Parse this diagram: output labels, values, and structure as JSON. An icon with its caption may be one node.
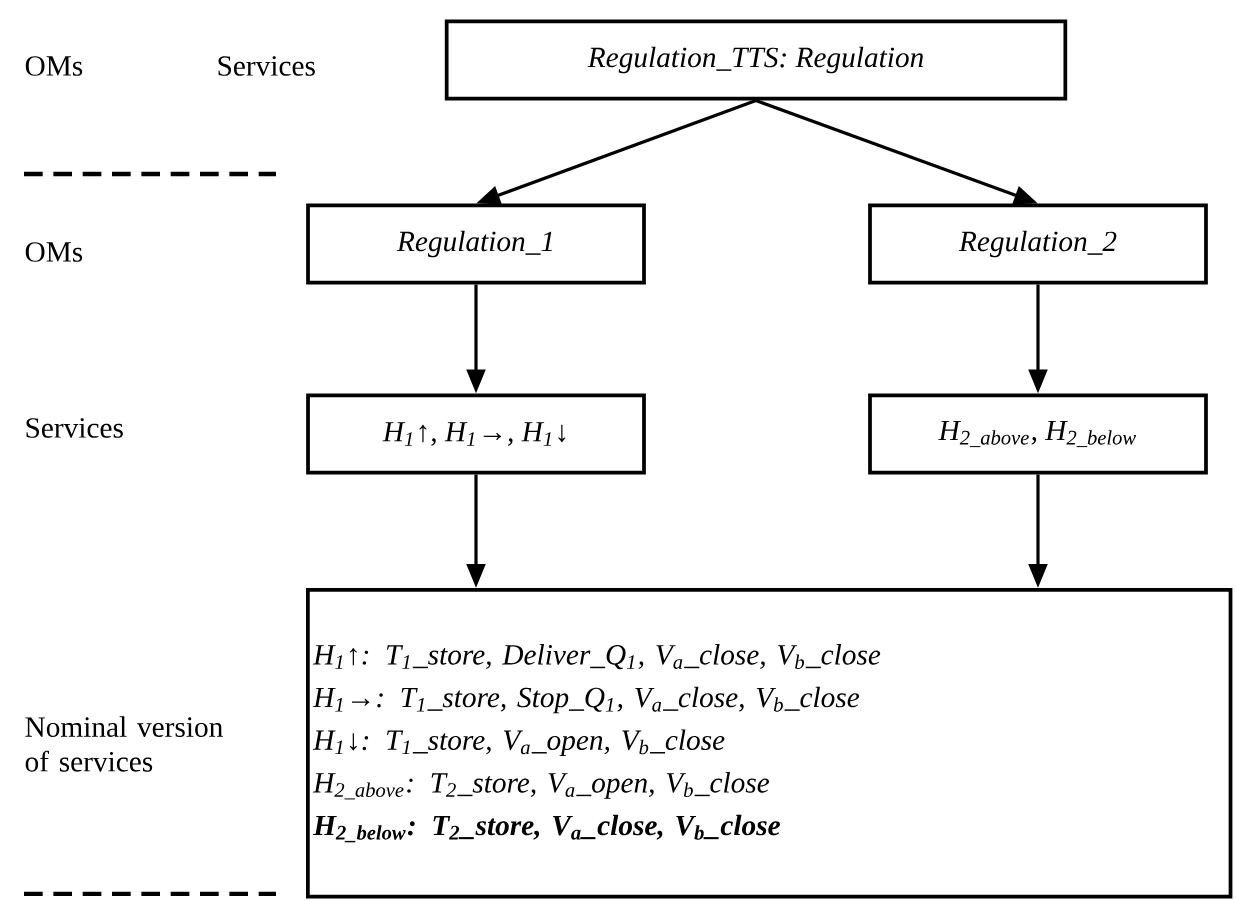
{
  "diagram": {
    "nodes": [
      {
        "text": [
          "Regulation_TTS: Regulation"
        ]
      },
      {
        "text": [
          "Regulation_1"
        ]
      },
      {
        "text": [
          "Regulation_2"
        ]
      },
      {
        "text": [
          "H$_{1}$↑, H$_{1}$→, H$_{1}$↓"
        ]
      },
      {
        "text": [
          "H$_{2_above}$, H$_{2_below}$"
        ]
      },
      {
        "text": [
          "H$_{1}$↑: T$_{1}$_store, Deliver_Q$_{1}$, V$_{a}$_close, V$_{b}$_close",
          "H$_{1}$→: T$_{1}$_store, Stop_Q$_{1}$, V$_{a}$_close, V$_{b}$_close",
          "H$_{1}$↓: T$_{1}$_store, V$_{a}$_open, V$_{b}$_close",
          "H$_{2_above}$: T$_{2}$_store, V$_{a}$_open, V$_{b}$_close",
          "H$_{2_below}$: T$_{2}$_store, V$_{a}$_close, V$_{b}$_close"
        ]
      }
    ],
    "edges": [
      {
        "from": 0,
        "to": 1,
        "arrow": "to"
      },
      {
        "from": 0,
        "to": 2,
        "arrow": "to"
      },
      {
        "from": 1,
        "to": 3,
        "arrow": "to"
      },
      {
        "from": 2,
        "to": 4,
        "arrow": "to"
      },
      {
        "from": 3,
        "to": 5,
        "arrow": "to"
      },
      {
        "from": 4,
        "to": 5,
        "arrow": "to"
      }
    ],
    "labels": [
      "OMs",
      "Services",
      "OMs",
      "Services",
      "Nominal version of services"
    ]
  }
}
